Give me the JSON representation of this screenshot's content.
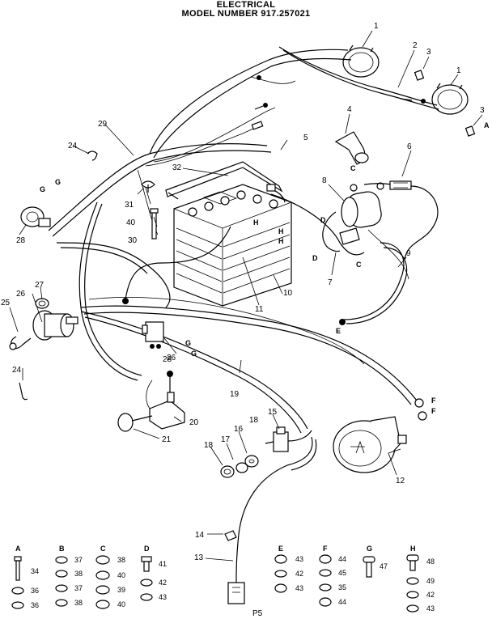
{
  "title_line1": "ELECTRICAL",
  "title_line2": "MODEL NUMBER 917.257021",
  "footer_code": "P5",
  "callouts": {
    "c1a": "1",
    "c1b": "1",
    "c2": "2",
    "c3a": "3",
    "c3b": "3",
    "c4": "4",
    "c5": "5",
    "c6": "6",
    "c7": "7",
    "c8": "8",
    "c9": "9",
    "c10": "10",
    "c11": "11",
    "c12": "12",
    "c13": "13",
    "c14": "14",
    "c15": "15",
    "c16": "16",
    "c17": "17",
    "c18a": "18",
    "c18b": "18",
    "c19": "19",
    "c20": "20",
    "c21": "21",
    "c24a": "24",
    "c24b": "24",
    "c25": "25",
    "c26a": "26",
    "c26b": "26",
    "c27": "27",
    "c28a": "28",
    "c28b": "28",
    "c29": "29",
    "c30": "30",
    "c31": "31",
    "c32": "32",
    "c40": "40"
  },
  "wire_letters": {
    "A": "A",
    "C1": "C",
    "C2": "C",
    "D1": "D",
    "D2": "D",
    "E": "E",
    "F1": "F",
    "F2": "F",
    "G1": "G",
    "G2": "G",
    "G3": "G",
    "G4": "G",
    "H1": "H",
    "H2": "H",
    "H3": "H"
  },
  "hardware_key": [
    {
      "letter": "A",
      "parts": [
        "34",
        "36",
        "36"
      ]
    },
    {
      "letter": "B",
      "parts": [
        "37",
        "38",
        "37",
        "38"
      ]
    },
    {
      "letter": "C",
      "parts": [
        "38",
        "40",
        "39",
        "40"
      ]
    },
    {
      "letter": "D",
      "parts": [
        "41",
        "42",
        "43"
      ]
    },
    {
      "letter": "E",
      "parts": [
        "43",
        "42",
        "43"
      ]
    },
    {
      "letter": "F",
      "parts": [
        "44",
        "45",
        "35",
        "44"
      ]
    },
    {
      "letter": "G",
      "parts": [
        "47"
      ]
    },
    {
      "letter": "H",
      "parts": [
        "48",
        "49",
        "42",
        "43"
      ]
    }
  ]
}
